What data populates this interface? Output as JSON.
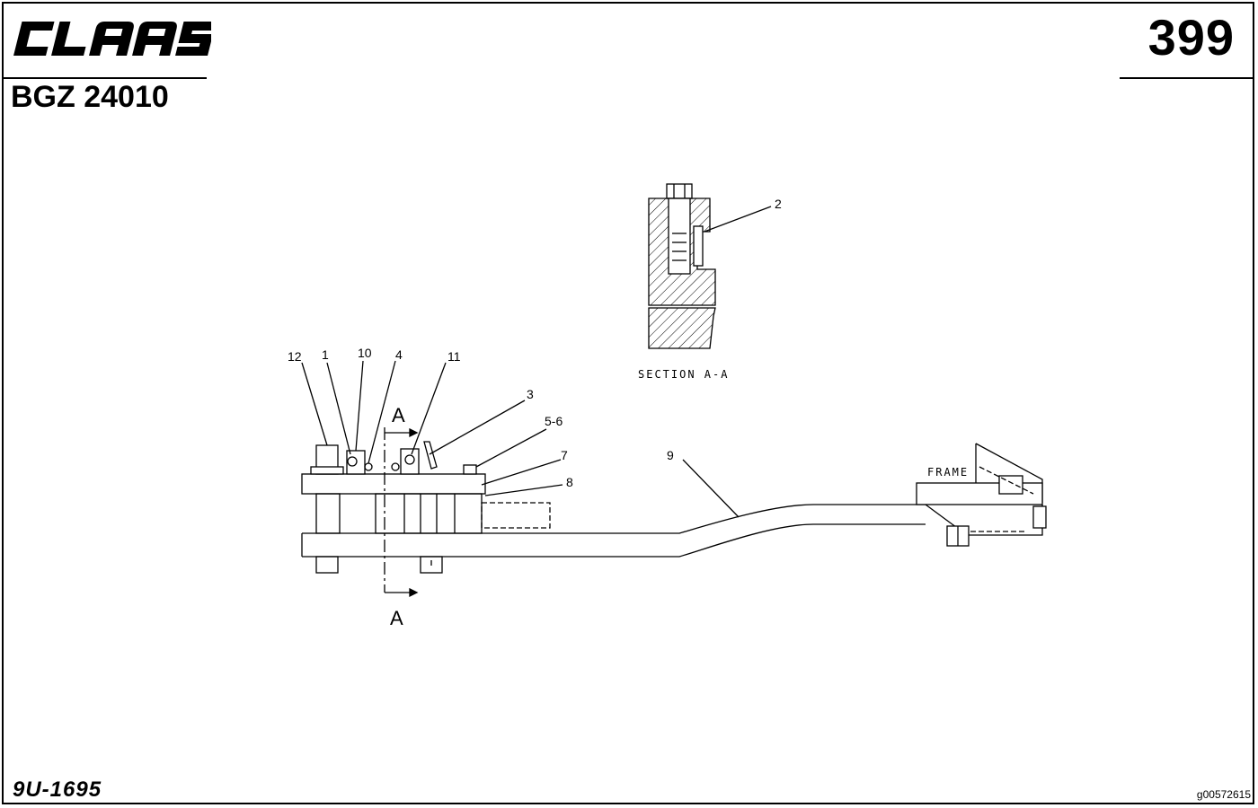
{
  "header": {
    "brand": "CLAAS",
    "page_number": "399",
    "document_code": "BGZ 24010"
  },
  "footer": {
    "model_code": "9U-1695",
    "image_id": "g00572615"
  },
  "diagram": {
    "section_title": "SECTION A-A",
    "section_marker_top": "A",
    "section_marker_bottom": "A",
    "frame_label": "FRAME",
    "callouts": [
      "12",
      "1",
      "10",
      "4",
      "11",
      "3",
      "5-6",
      "7",
      "8",
      "9",
      "2"
    ]
  },
  "colors": {
    "ink": "#000000",
    "paper": "#ffffff"
  }
}
